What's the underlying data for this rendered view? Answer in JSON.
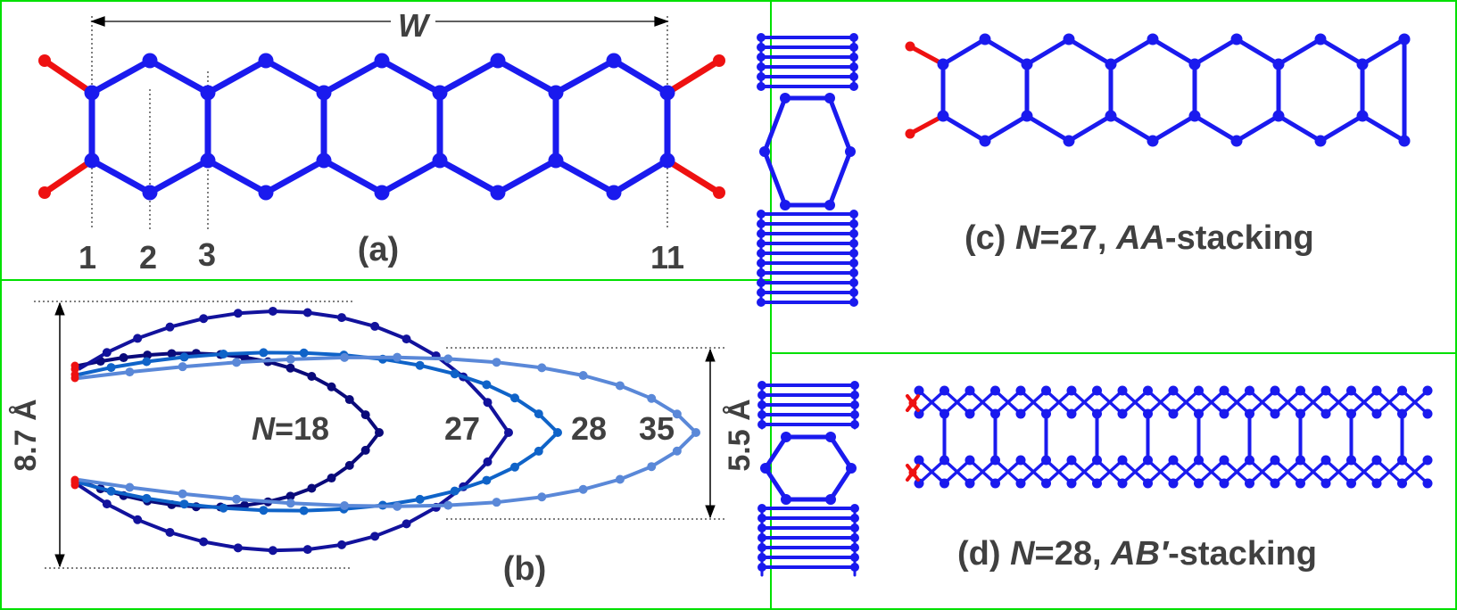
{
  "colors": {
    "panel_border": "#00e000",
    "carbon_atom": "#1a1aee",
    "hydrogen_atom": "#ee1111",
    "curve_n18": "#0a0a7a",
    "curve_n27": "#12129c",
    "curve_n28": "#0f63c8",
    "curve_n35": "#5a88d8",
    "label_text": "#404040"
  },
  "panel_a": {
    "width_label": "W",
    "site_labels": [
      "1",
      "2",
      "3",
      "11"
    ],
    "caption": "(a)"
  },
  "panel_b": {
    "caption": "(b)",
    "height_label_outer": "8.7 Å",
    "height_label_inner": "5.5 Å",
    "curve_labels": [
      {
        "prefix": "N",
        "value": "=18"
      },
      {
        "prefix": "",
        "value": "27"
      },
      {
        "prefix": "",
        "value": "28"
      },
      {
        "prefix": "",
        "value": "35"
      }
    ]
  },
  "panel_c": {
    "caption_open": "(c) ",
    "caption_n": "N",
    "caption_value": "=27, ",
    "caption_stack": "AA",
    "caption_suffix": "-stacking"
  },
  "panel_d": {
    "caption_open": "(d) ",
    "caption_n": "N",
    "caption_value": "=28, ",
    "caption_stack": "AB′",
    "caption_suffix": "-stacking"
  }
}
